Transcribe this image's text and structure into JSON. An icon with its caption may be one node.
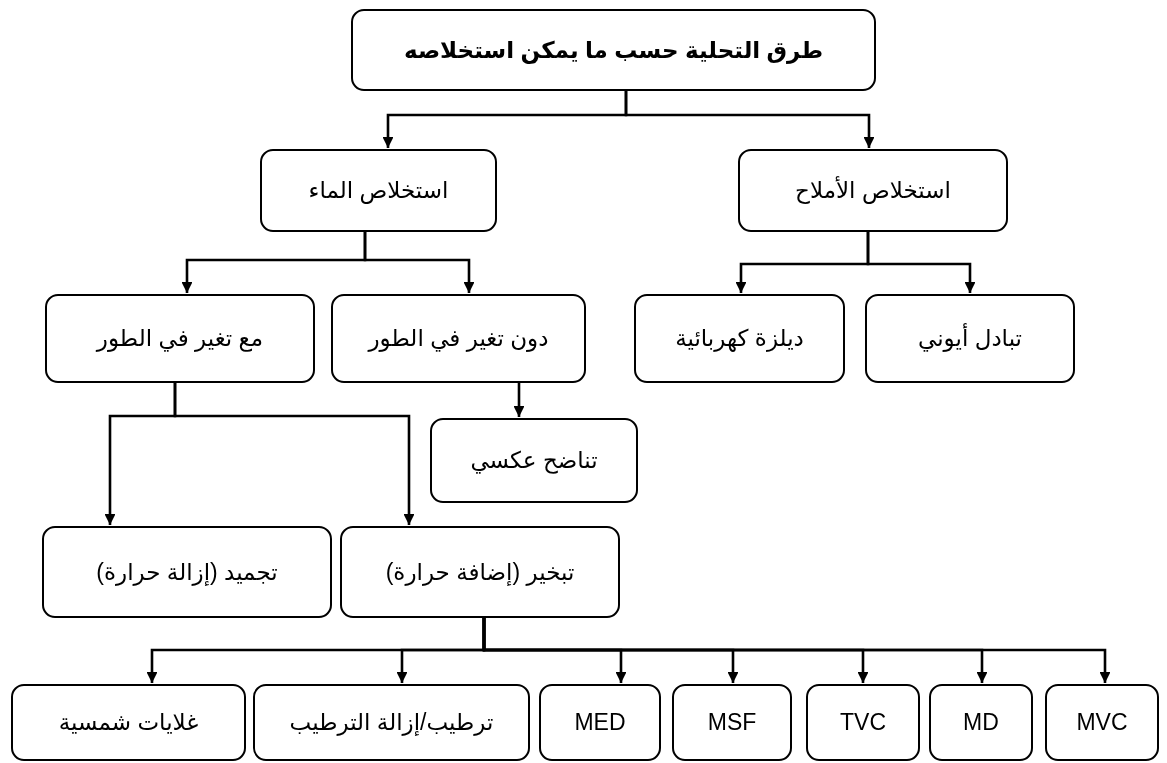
{
  "diagram": {
    "nodes": [
      {
        "text": [
          "طرق التحلية حسب ما يمكن استخلاصه"
        ]
      },
      {
        "text": [
          "استخلاص الماء"
        ]
      },
      {
        "text": [
          "استخلاص الأملاح"
        ]
      },
      {
        "text": [
          "مع تغير في الطور"
        ]
      },
      {
        "text": [
          "دون تغير في الطور"
        ]
      },
      {
        "text": [
          "ديلزة كهربائية"
        ]
      },
      {
        "text": [
          "تبادل أيوني"
        ]
      },
      {
        "text": [
          "تناضح عكسي"
        ]
      },
      {
        "text": [
          "تجميد (إزالة حرارة)"
        ]
      },
      {
        "text": [
          "تبخير (إضافة حرارة)"
        ]
      },
      {
        "text": [
          "غلايات شمسية"
        ]
      },
      {
        "text": [
          "ترطيب/إزالة الترطيب"
        ]
      },
      {
        "text": [
          "MED"
        ]
      },
      {
        "text": [
          "MSF"
        ]
      },
      {
        "text": [
          "TVC"
        ]
      },
      {
        "text": [
          "MD"
        ]
      },
      {
        "text": [
          "MVC"
        ]
      }
    ],
    "edges": [
      {
        "from": 0,
        "to": 1,
        "arrow": "to"
      },
      {
        "from": 0,
        "to": 2,
        "arrow": "to"
      },
      {
        "from": 1,
        "to": 3,
        "arrow": "to"
      },
      {
        "from": 1,
        "to": 4,
        "arrow": "to"
      },
      {
        "from": 2,
        "to": 5,
        "arrow": "to"
      },
      {
        "from": 2,
        "to": 6,
        "arrow": "to"
      },
      {
        "from": 4,
        "to": 7,
        "arrow": "to"
      },
      {
        "from": 3,
        "to": 8,
        "arrow": "to"
      },
      {
        "from": 3,
        "to": 9,
        "arrow": "to"
      },
      {
        "from": 9,
        "to": 10,
        "arrow": "to"
      },
      {
        "from": 9,
        "to": 11,
        "arrow": "to"
      },
      {
        "from": 9,
        "to": 12,
        "arrow": "to"
      },
      {
        "from": 9,
        "to": 13,
        "arrow": "to"
      },
      {
        "from": 9,
        "to": 14,
        "arrow": "to"
      },
      {
        "from": 9,
        "to": 15,
        "arrow": "to"
      },
      {
        "from": 9,
        "to": 16,
        "arrow": "to"
      }
    ]
  }
}
